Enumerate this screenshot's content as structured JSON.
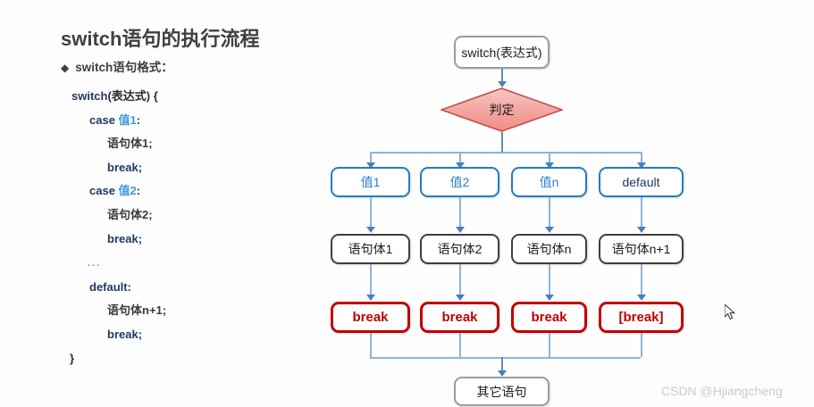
{
  "slide": {
    "title": "switch语句的执行流程",
    "bullet_marker": "◆",
    "bullet_text": "switch语句格式：",
    "watermark": "CSDN @Hjiangcheng"
  },
  "code": {
    "lines": [
      {
        "indent": 0,
        "parts": [
          {
            "t": "switch",
            "c": "kw"
          },
          {
            "t": "(表达式) {",
            "c": "plain"
          }
        ]
      },
      {
        "indent": 1,
        "parts": [
          {
            "t": "case ",
            "c": "kw"
          },
          {
            "t": "值1",
            "c": "val"
          },
          {
            "t": ":",
            "c": "kw"
          }
        ]
      },
      {
        "indent": 2,
        "parts": [
          {
            "t": "语句体1;",
            "c": "dark"
          }
        ]
      },
      {
        "indent": 2,
        "parts": [
          {
            "t": "break;",
            "c": "kw"
          }
        ]
      },
      {
        "indent": 1,
        "parts": [
          {
            "t": "case ",
            "c": "kw"
          },
          {
            "t": "值2",
            "c": "val"
          },
          {
            "t": ":",
            "c": "kw"
          }
        ]
      },
      {
        "indent": 2,
        "parts": [
          {
            "t": "语句体2;",
            "c": "dark"
          }
        ]
      },
      {
        "indent": 2,
        "parts": [
          {
            "t": "break;",
            "c": "kw"
          }
        ]
      },
      {
        "indent": 9,
        "parts": [
          {
            "t": "...",
            "c": "dots"
          }
        ]
      },
      {
        "indent": 1,
        "parts": [
          {
            "t": "default",
            "c": "kw"
          },
          {
            "t": ":",
            "c": "kw"
          }
        ]
      },
      {
        "indent": 2,
        "parts": [
          {
            "t": "语句体n+1;",
            "c": "dark"
          }
        ]
      },
      {
        "indent": 2,
        "parts": [
          {
            "t": "break;",
            "c": "kw"
          }
        ]
      },
      {
        "indent": 8,
        "parts": [
          {
            "t": "}",
            "c": "plain"
          }
        ]
      }
    ]
  },
  "flowchart": {
    "type": "flowchart",
    "start_node": {
      "label": "switch(表达式)",
      "shape": "rounded-rect",
      "style": "gray"
    },
    "decision_node": {
      "label": "判定",
      "shape": "diamond",
      "fill": "#f4a6a0",
      "border": "#c0504d"
    },
    "branches": [
      {
        "case_label": "值1",
        "body_label": "语句体1",
        "break_label": "break"
      },
      {
        "case_label": "值2",
        "body_label": "语句体2",
        "break_label": "break"
      },
      {
        "case_label": "值n",
        "body_label": "语句体n",
        "break_label": "break"
      },
      {
        "case_label": "default",
        "body_label": "语句体n+1",
        "break_label": "[break]"
      }
    ],
    "end_node": {
      "label": "其它语句",
      "shape": "rounded-rect",
      "style": "gray"
    },
    "colors": {
      "case_border": "#1f7ec4",
      "case_text": "#2f7fc8",
      "body_border": "#3f3f3f",
      "break_border": "#c00000",
      "break_text": "#c00000",
      "connector": "#5b8fc9",
      "gray_border": "#9c9c9c"
    }
  }
}
